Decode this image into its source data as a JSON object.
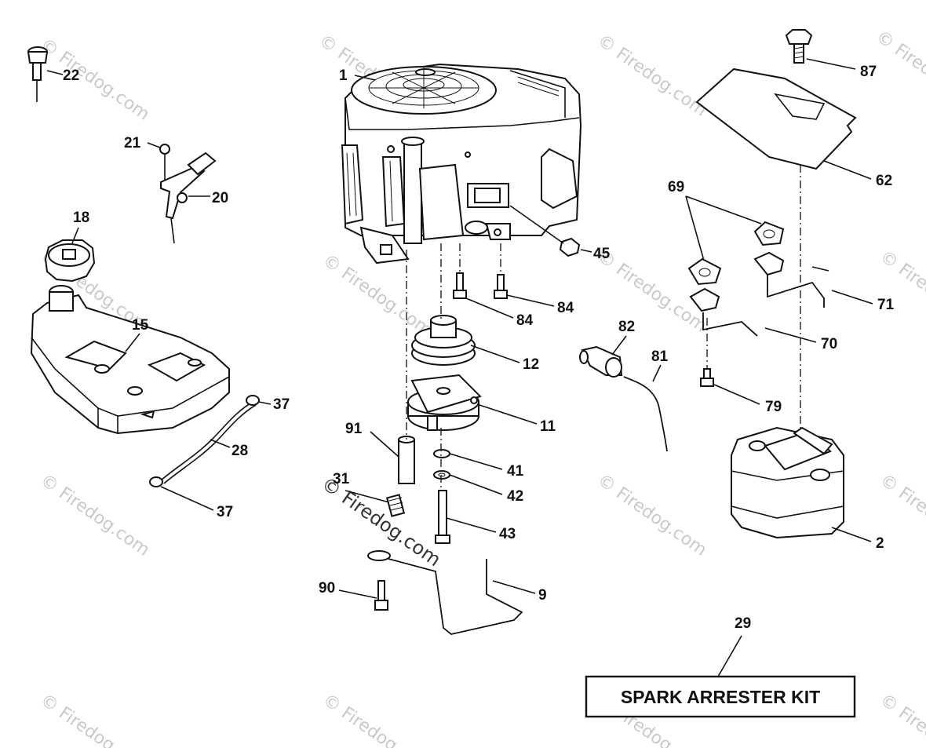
{
  "watermarks": [
    "© Firedog.com"
  ],
  "center_watermark": "© Firedog.com",
  "kit_label": "SPARK ARRESTER KIT",
  "callouts": {
    "c1": "1",
    "c2": "2",
    "c9": "9",
    "c11": "11",
    "c12": "12",
    "c15": "15",
    "c18": "18",
    "c20": "20",
    "c21": "21",
    "c22": "22",
    "c28": "28",
    "c29": "29",
    "c31": "31",
    "c37a": "37",
    "c37b": "37",
    "c41": "41",
    "c42": "42",
    "c43": "43",
    "c45": "45",
    "c62": "62",
    "c69": "69",
    "c70": "70",
    "c71": "71",
    "c79": "79",
    "c81": "81",
    "c82": "82",
    "c84a": "84",
    "c84b": "84",
    "c87": "87",
    "c90": "90",
    "c91": "91"
  },
  "colors": {
    "line": "#111111",
    "watermark": "#c9c9c9",
    "background": "#ffffff"
  }
}
